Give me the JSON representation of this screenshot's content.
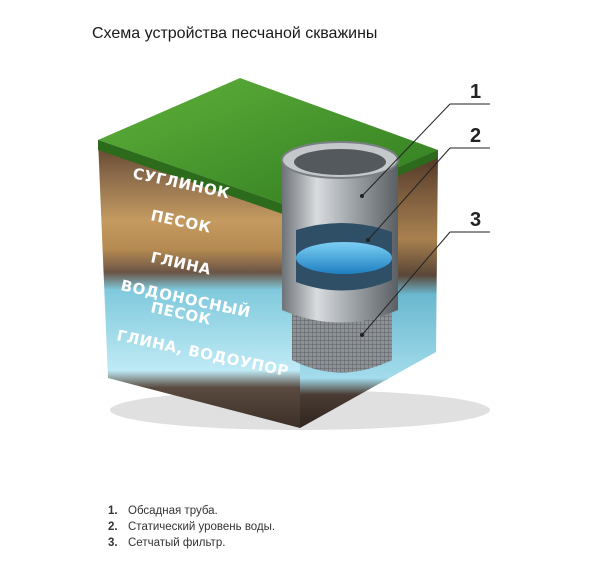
{
  "title": "Схема устройства песчаной скважины",
  "layers": [
    {
      "label": "СУГЛИНОК"
    },
    {
      "label": "ПЕСОК"
    },
    {
      "label": "ГЛИНА"
    },
    {
      "label": "ВОДОНОСНЫЙ"
    },
    {
      "label": "ПЕСОК"
    },
    {
      "label": "ГЛИНА, ВОДОУПОР"
    }
  ],
  "callouts": [
    {
      "num": "1"
    },
    {
      "num": "2"
    },
    {
      "num": "3"
    }
  ],
  "legend": [
    {
      "num": "1.",
      "text": "Обсадная труба."
    },
    {
      "num": "2.",
      "text": "Статический уровень воды."
    },
    {
      "num": "3.",
      "text": "Сетчатый фильтр."
    }
  ],
  "colors": {
    "grass": "#3f8f2a",
    "loam": "#8a6a4a",
    "sand": "#c49a60",
    "clay": "#6a5446",
    "aquifer": "#8fd8ec",
    "bottom_clay": "#5a4a40",
    "pipe": "#a9aeb3",
    "water": "#3a9ed8"
  }
}
